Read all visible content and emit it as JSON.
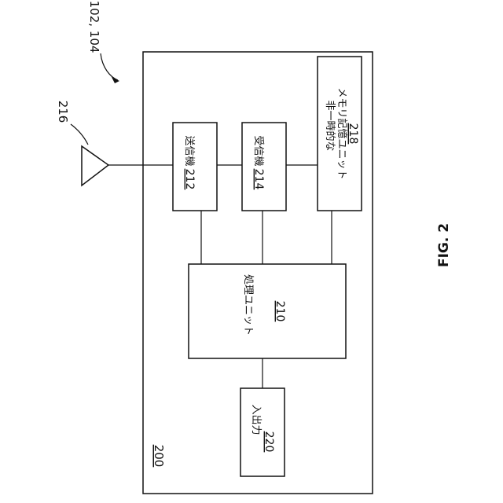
{
  "figure": {
    "caption": "FIG. 2",
    "device_ref": "102, 104",
    "antenna_ref": "216"
  },
  "device": {
    "number": "200"
  },
  "blocks": {
    "processing": {
      "label": "処理ユニット",
      "number": "210"
    },
    "transmitter": {
      "label": "送信機",
      "number": "212"
    },
    "receiver": {
      "label": "受信機",
      "number": "214"
    },
    "memory": {
      "label_line1": "非一時的な",
      "label_line2": "メモリ記憶ユニット",
      "number": "218"
    },
    "io": {
      "label": "入出力",
      "number": "220"
    }
  }
}
